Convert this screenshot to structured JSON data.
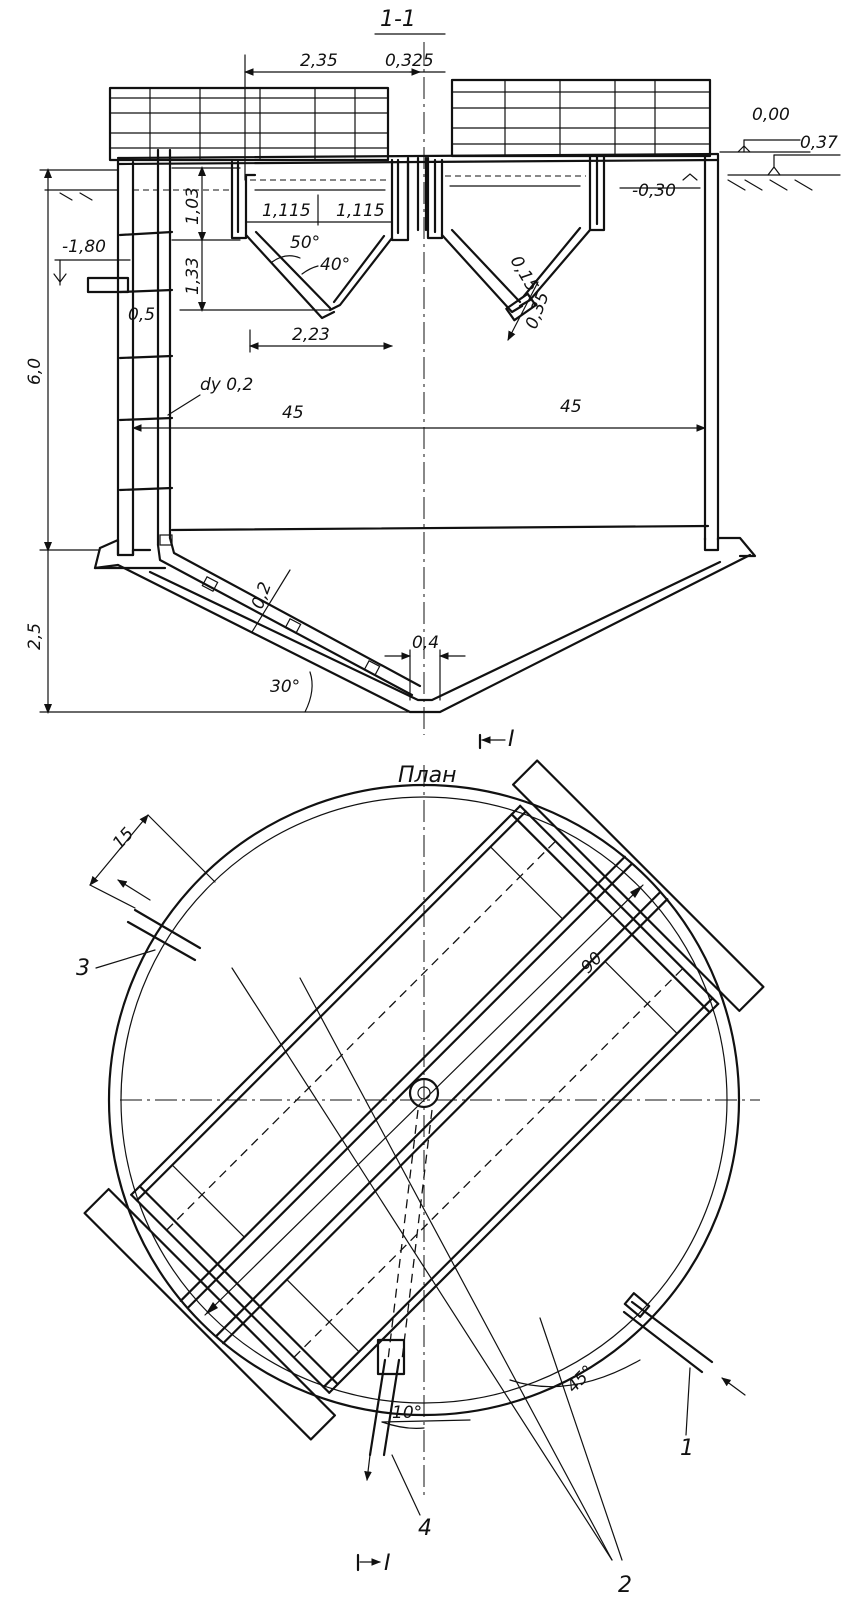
{
  "section": {
    "title": "1-1",
    "dims": {
      "d_2_35": "2,35",
      "d_0_325": "0,325",
      "d_1_115_a": "1,115",
      "d_1_115_b": "1,115",
      "d_1_03": "1,03",
      "d_1_33": "1,33",
      "d_2_23": "2,23",
      "d_0_5": "0,5",
      "d_0_15": "0,15",
      "d_0_35": "0,35",
      "d_45_left": "45",
      "d_45_right": "45",
      "d_6_0": "6,0",
      "d_2_5": "2,5",
      "d_0_2": "0,2",
      "d_0_4": "0,4"
    },
    "angles": {
      "a50": "50°",
      "a40": "40°",
      "a30": "30°"
    },
    "levels": {
      "l_0_00": "0,00",
      "l_0_37": "0,37",
      "l_m0_30": "-0,30",
      "l_m1_80": "-1,80"
    },
    "pipe_label": "dy 0,2",
    "section_mark": "I"
  },
  "plan": {
    "title": "План",
    "dims": {
      "d_15": "15",
      "d_90": "90"
    },
    "angles": {
      "a10": "10°",
      "a45": "45°"
    },
    "callouts": {
      "c1": "1",
      "c2": "2",
      "c3": "3",
      "c4": "4"
    },
    "section_mark": "I"
  }
}
